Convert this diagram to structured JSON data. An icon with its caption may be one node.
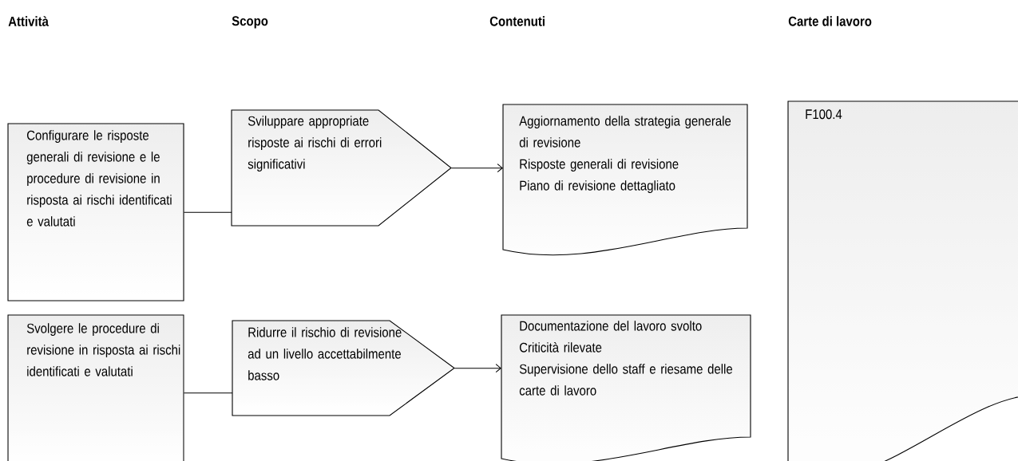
{
  "diagram": {
    "nodes": [
      {
        "text": [
          "Configurare le risposte generali di revisione e le procedure di revisione in risposta ai rischi identificati e valutati"
        ]
      },
      {
        "text": [
          "Sviluppare appropriate risposte ai rischi di errori significativi"
        ]
      },
      {
        "text": [
          "Aggiornamento della strategia generale di revisione",
          "Risposte generali di revisione",
          "Piano di revisione dettagliato"
        ]
      },
      {
        "text": [
          "F100.4"
        ]
      },
      {
        "text": [
          "Svolgere le procedure di revisione in risposta ai rischi identificati e valutati"
        ]
      },
      {
        "text": [
          "Ridurre il rischio di revisione ad un livello accettabilmente basso"
        ]
      },
      {
        "text": [
          "Documentazione del lavoro svolto",
          "Criticità rilevate",
          "Supervisione dello staff e riesame delle carte di lavoro"
        ]
      }
    ],
    "edges": [
      {
        "from": 0,
        "to": 1,
        "arrow": "none"
      },
      {
        "from": 1,
        "to": 2,
        "arrow": "to"
      },
      {
        "from": 4,
        "to": 5,
        "arrow": "none"
      },
      {
        "from": 5,
        "to": 6,
        "arrow": "to"
      }
    ],
    "labels": [
      "Attività",
      "Scopo",
      "Contenuti",
      "Carte di lavoro"
    ]
  }
}
